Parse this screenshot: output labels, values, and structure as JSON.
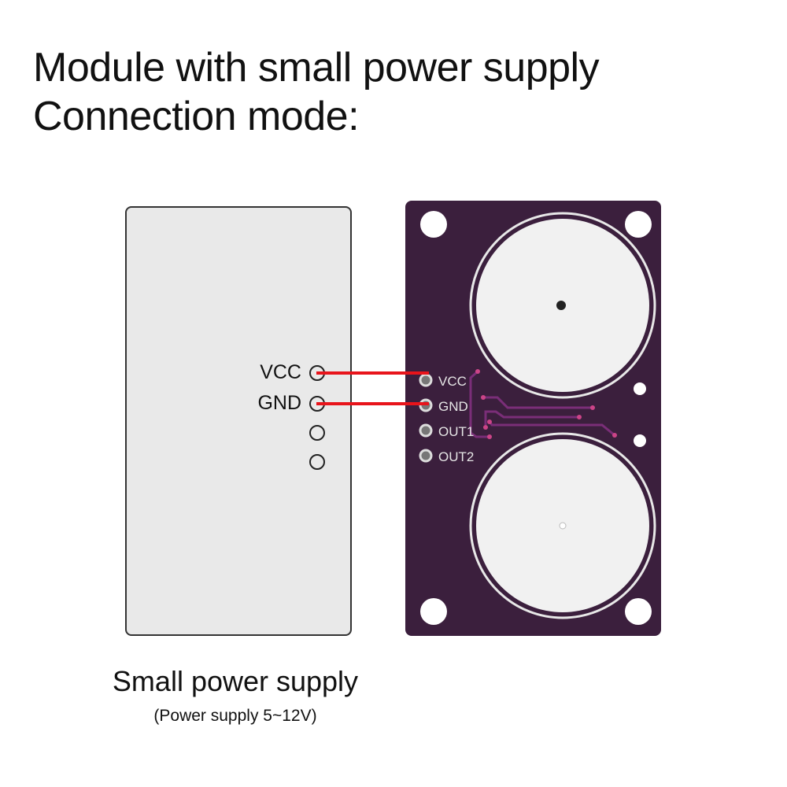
{
  "title": {
    "line1": "Module with small power supply",
    "line2": "Connection mode:"
  },
  "power_supply": {
    "pins": [
      "VCC",
      "GND",
      "",
      ""
    ],
    "caption": "Small power supply",
    "subcaption": "(Power supply 5~12V)"
  },
  "module": {
    "pins": [
      "VCC",
      "GND",
      "OUT1",
      "OUT2"
    ]
  },
  "colors": {
    "wire": "#e8141b",
    "board": "#3b1f3d",
    "trace": "#6e2a6e"
  }
}
